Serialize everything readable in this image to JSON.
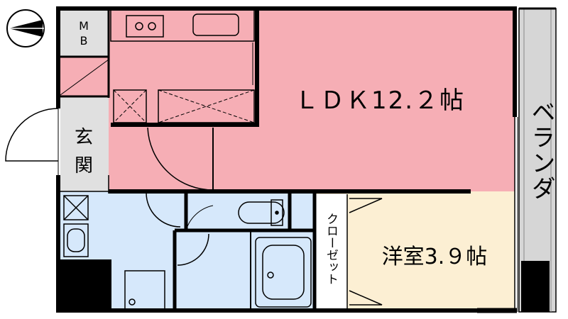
{
  "rooms": {
    "ldk": {
      "label": "ＬＤＫ12.２帖"
    },
    "western": {
      "label": "洋室3.９帖"
    },
    "entrance": {
      "label_top": "玄",
      "label_bottom": "関"
    },
    "mb": {
      "label_top": "M",
      "label_bottom": "B"
    },
    "closet": {
      "label": "クローゼット"
    },
    "veranda": {
      "label": "ベランダ"
    }
  },
  "colors": {
    "ldk": "#f6aeb5",
    "western": "#fcefd3",
    "wet_area": "#d6e8fb",
    "storage": "#e0e0e0",
    "veranda": "#d6d6d6",
    "wall": "#000000"
  },
  "icons": {
    "north": "north-arrow-icon",
    "stove": "stove-icon",
    "sink": "kitchen-sink-icon",
    "toilet": "toilet-icon",
    "bathtub": "bathtub-icon",
    "washbasin": "washbasin-icon",
    "washer": "washing-machine-icon"
  }
}
